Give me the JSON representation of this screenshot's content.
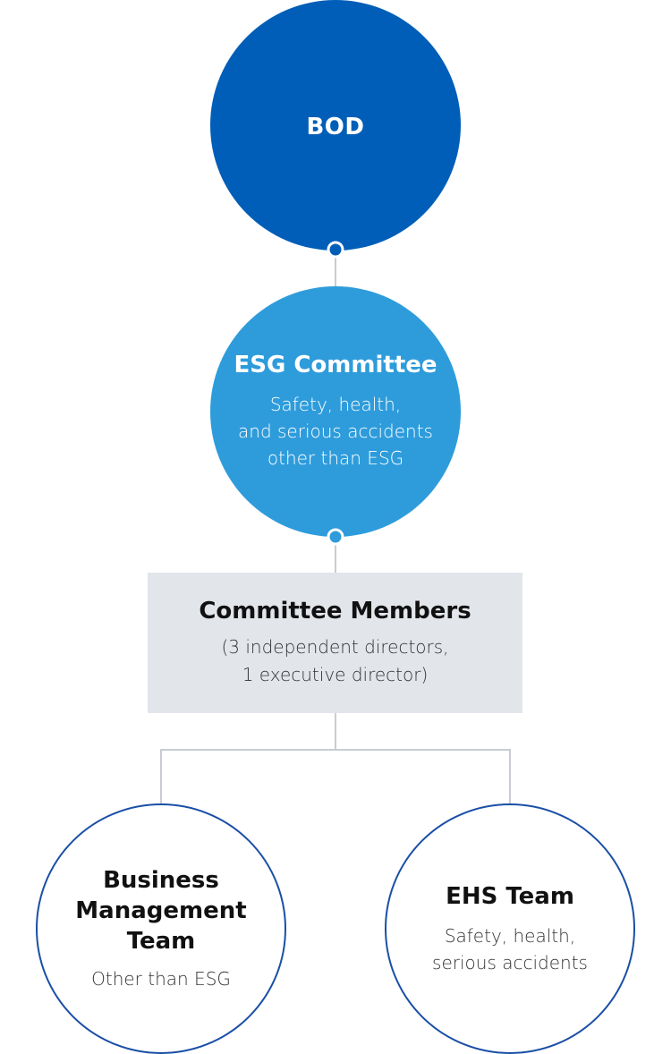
{
  "colors": {
    "bod_fill": "#005EB8",
    "esg_fill": "#2E9CDB",
    "members_fill": "#E2E5EA",
    "team_border": "#1A4FA6",
    "connector": "#C8CCD2"
  },
  "bod": {
    "title": "BOD"
  },
  "esg_committee": {
    "title": "ESG Committee",
    "desc_lines": [
      "Safety, health,",
      "and serious accidents",
      "other than ESG"
    ]
  },
  "committee_members": {
    "title": "Committee Members",
    "desc_lines": [
      "(3 independent directors,",
      "1 executive director)"
    ]
  },
  "teams": [
    {
      "title_lines": [
        "Business",
        "Management",
        "Team"
      ],
      "desc_lines": [
        "Other than ESG"
      ]
    },
    {
      "title_lines": [
        "EHS Team"
      ],
      "desc_lines": [
        "Safety, health,",
        "serious accidents"
      ]
    }
  ]
}
